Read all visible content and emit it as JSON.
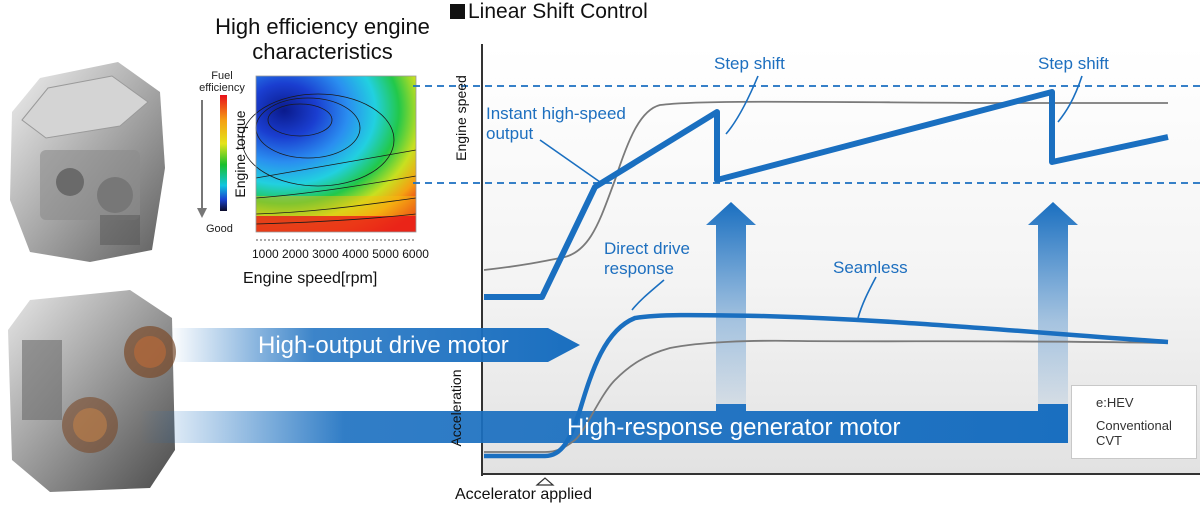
{
  "header": {
    "linear_shift_title": "Linear Shift Control"
  },
  "engine_map": {
    "title": "High efficiency engine characteristics",
    "fuel_label": "Fuel efficiency",
    "good_label": "Good",
    "y_label": "Engine torque",
    "x_ticks": [
      "1000",
      "2000",
      "3000",
      "4000",
      "5000",
      "6000"
    ],
    "x_label": "Engine speed[rpm]"
  },
  "chart": {
    "y_top_label": "Engine speed",
    "y_bottom_label": "Acceleration",
    "x_label": "Accelerator applied"
  },
  "annotations": {
    "step_shift_1": "Step shift",
    "step_shift_2": "Step shift",
    "instant_output": "Instant high-speed output",
    "direct_drive": "Direct drive response",
    "seamless": "Seamless"
  },
  "banners": {
    "drive_motor": "High-output drive motor",
    "generator_motor": "High-response generator motor"
  },
  "legend": {
    "ehev": "e:HEV",
    "conventional": "Conventional CVT"
  },
  "colors": {
    "ehev": "#1a6fc0",
    "conventional": "#7a7a7a",
    "banner": "#1a6fc0"
  }
}
